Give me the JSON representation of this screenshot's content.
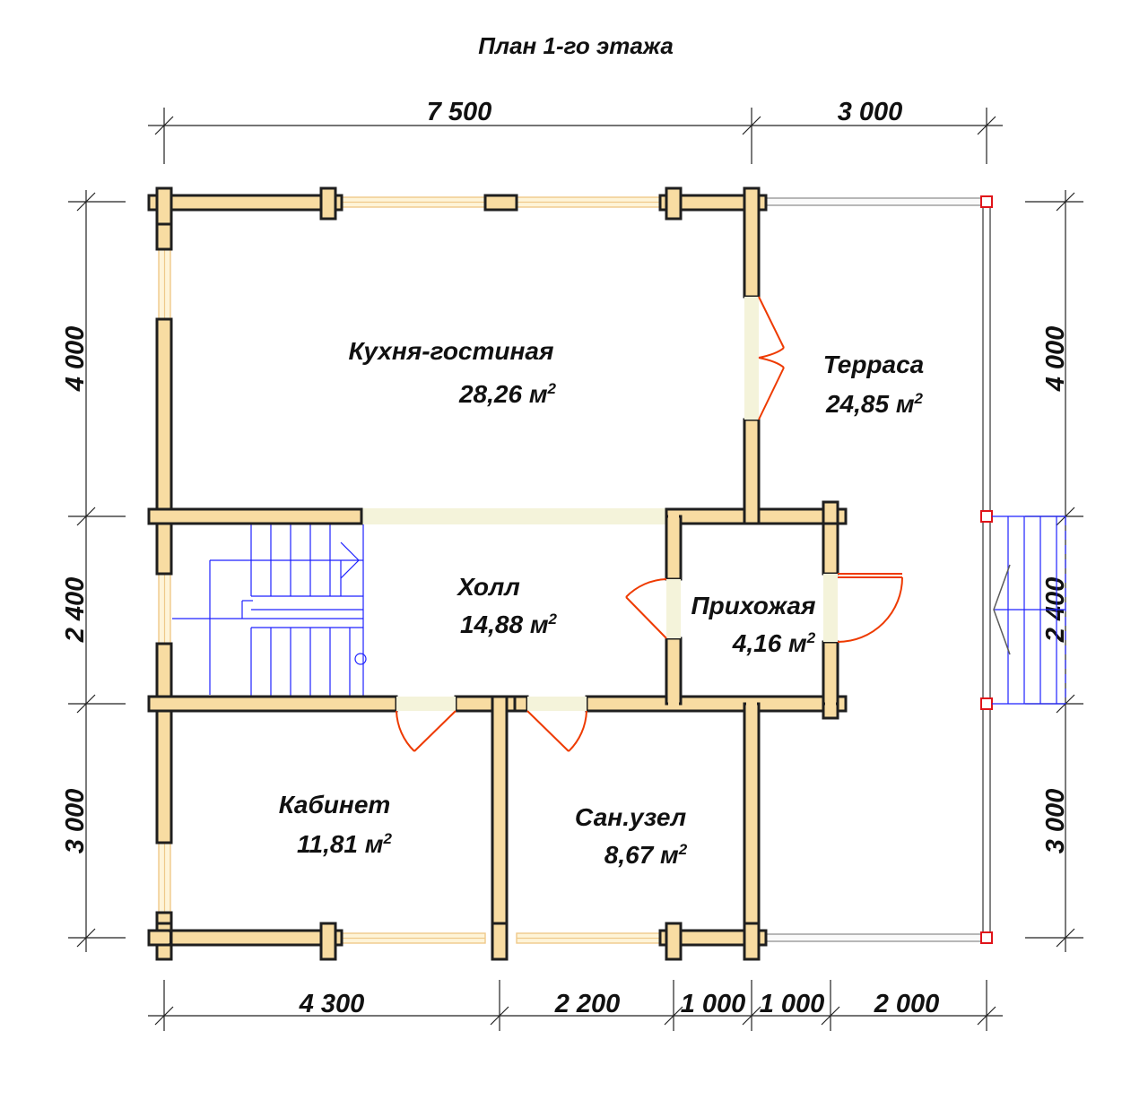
{
  "title": "План 1-го этажа",
  "dimensions": {
    "top": [
      "7 500",
      "3 000"
    ],
    "bottom": [
      "4 300",
      "2 200",
      "1 000",
      "1 000",
      "2 000"
    ],
    "left": [
      "4 000",
      "2 400",
      "3 000"
    ],
    "right": [
      "4 000",
      "2 400",
      "3 000"
    ]
  },
  "rooms": [
    {
      "name": "Кухня-гостиная",
      "area": "28,26 м",
      "unit_power": "2"
    },
    {
      "name": "Терраса",
      "area": "24,85 м",
      "unit_power": "2"
    },
    {
      "name": "Холл",
      "area": "14,88 м",
      "unit_power": "2"
    },
    {
      "name": "Прихожая",
      "area": "4,16 м",
      "unit_power": "2"
    },
    {
      "name": "Кабинет",
      "area": "11,81 м",
      "unit_power": "2"
    },
    {
      "name": "Сан.узел",
      "area": "8,67 м",
      "unit_power": "2"
    }
  ],
  "colors": {
    "wall_fill": "#f8dca2",
    "wall_outline": "#1f1f1f",
    "door_swing": "#ee3a00",
    "stair_lines": "#1e22ff",
    "terrace_post": "#e0141a"
  }
}
